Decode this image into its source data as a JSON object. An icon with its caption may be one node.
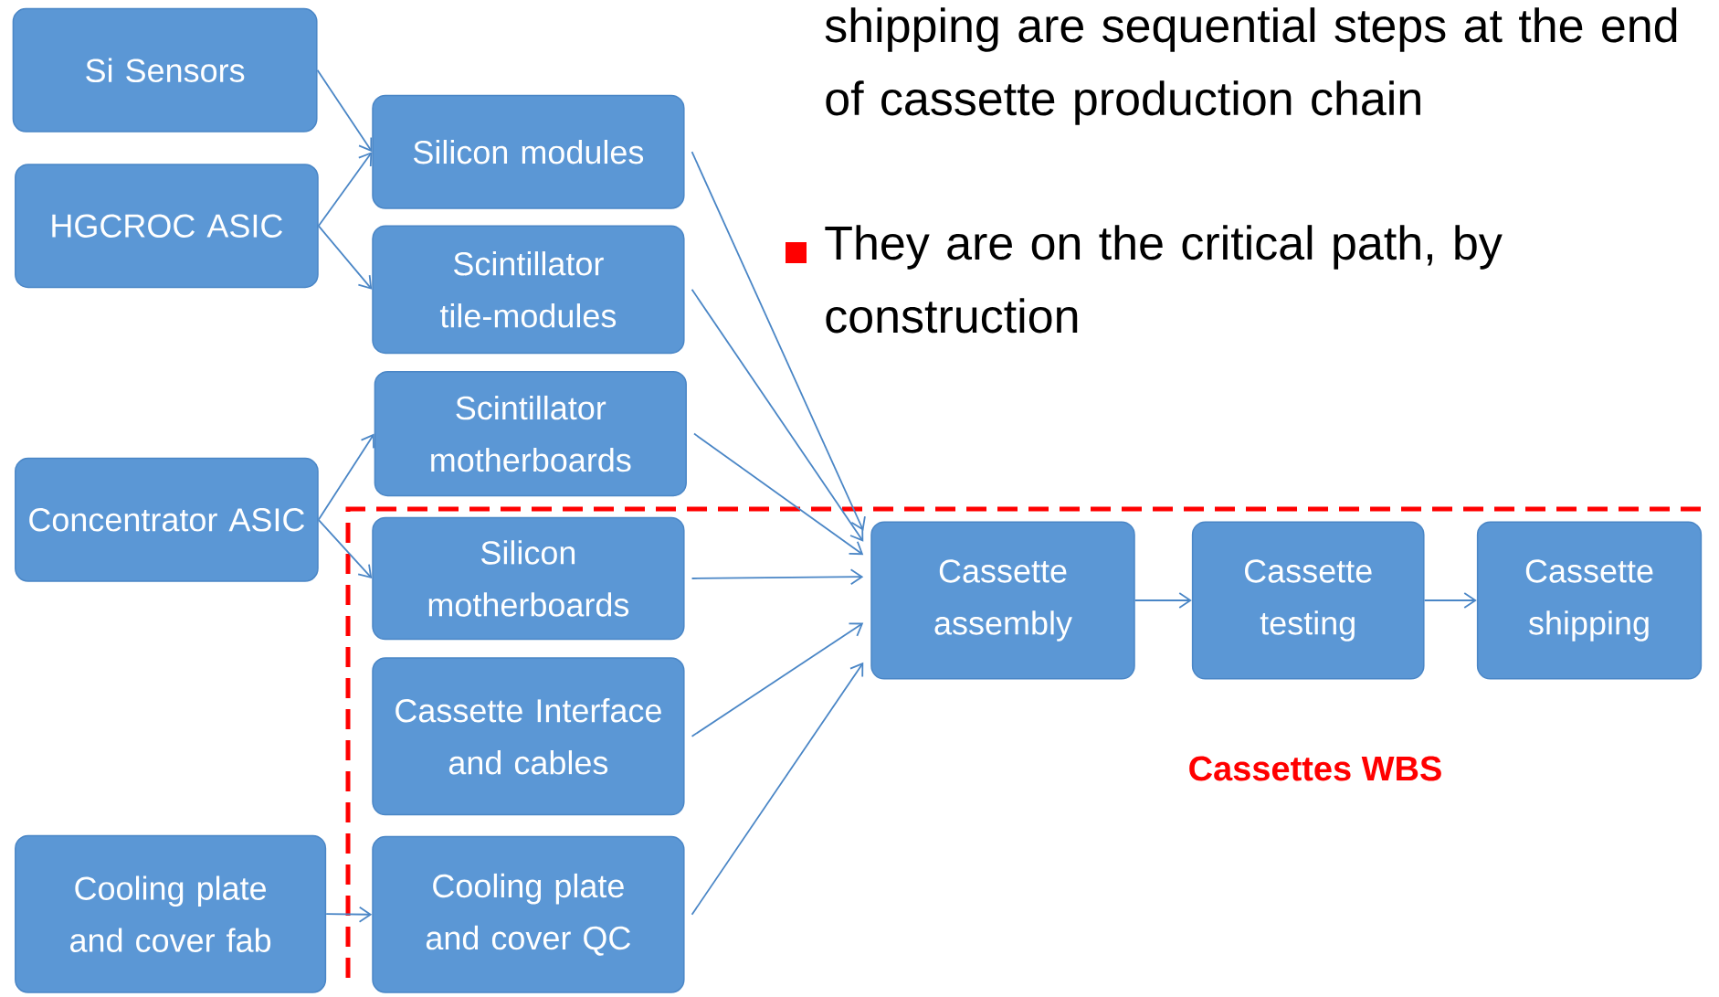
{
  "diagram": {
    "nodes": [
      {
        "text": [
          "Si Sensors"
        ]
      },
      {
        "text": [
          "HGCROC ASIC"
        ]
      },
      {
        "text": [
          "Concentrator ASIC"
        ]
      },
      {
        "text": [
          "Cooling plate and cover fab"
        ]
      },
      {
        "text": [
          "Silicon modules"
        ]
      },
      {
        "text": [
          "Scintillator tile-modules"
        ]
      },
      {
        "text": [
          "Scintillator motherboards"
        ]
      },
      {
        "text": [
          "Silicon motherboards"
        ]
      },
      {
        "text": [
          "Cassette Interface and cables"
        ]
      },
      {
        "text": [
          "Cooling plate and cover QC"
        ]
      },
      {
        "text": [
          "Cassette assembly"
        ]
      },
      {
        "text": [
          "Cassette testing"
        ]
      },
      {
        "text": [
          "Cassette shipping"
        ]
      }
    ],
    "edges": [
      {
        "from": 0,
        "to": 4,
        "arrow": "to"
      },
      {
        "from": 1,
        "to": 4,
        "arrow": "to"
      },
      {
        "from": 1,
        "to": 5,
        "arrow": "to"
      },
      {
        "from": 2,
        "to": 6,
        "arrow": "to"
      },
      {
        "from": 2,
        "to": 7,
        "arrow": "to"
      },
      {
        "from": 3,
        "to": 9,
        "arrow": "to"
      },
      {
        "from": 4,
        "to": 10,
        "arrow": "to"
      },
      {
        "from": 5,
        "to": 10,
        "arrow": "to"
      },
      {
        "from": 6,
        "to": 10,
        "arrow": "to"
      },
      {
        "from": 7,
        "to": 10,
        "arrow": "to"
      },
      {
        "from": 8,
        "to": 10,
        "arrow": "to"
      },
      {
        "from": 9,
        "to": 10,
        "arrow": "to"
      },
      {
        "from": 10,
        "to": 11,
        "arrow": "to"
      },
      {
        "from": 11,
        "to": 12,
        "arrow": "to"
      }
    ],
    "labels": [
      "shipping are sequential steps at the end of cassette production chain",
      "They are on the critical path, by construction",
      "Cassettes WBS"
    ]
  }
}
